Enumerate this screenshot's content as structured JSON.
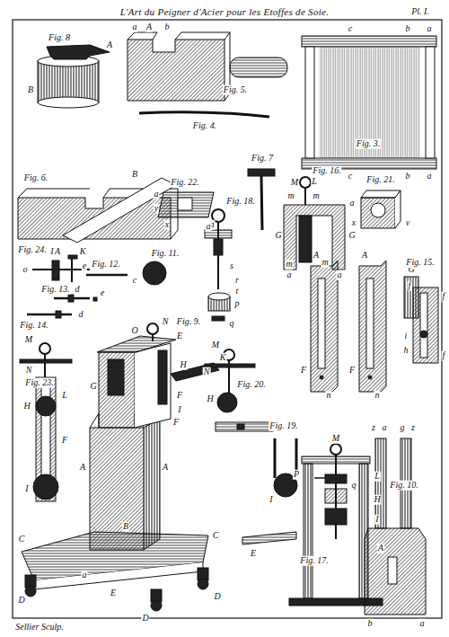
{
  "diagram": {
    "title": "L'Art du Peigner d'Acier pour les Etoffes de Soie.",
    "labels": [
      "Pl. I.",
      "Fig. 8",
      "A",
      "B",
      "Fig. 5.",
      "a",
      "A",
      "b",
      "Fig. 4.",
      "Fig. 3.",
      "c",
      "b",
      "a",
      "c",
      "b",
      "a",
      "Fig. 6.",
      "B",
      "A",
      "Fig. 7",
      "Fig. 22.",
      "a",
      "y",
      "x",
      "a",
      "Fig. 18.",
      "a",
      "s",
      "r",
      "t",
      "p",
      "q",
      "Fig. 16.",
      "M",
      "m",
      "m",
      "L",
      "a",
      "G",
      "G",
      "a",
      "a",
      "m",
      "m",
      "Fig. 21.",
      "v",
      "x",
      "Fig. 24.",
      "K",
      "I",
      "o",
      "e",
      "d",
      "Fig. 12.",
      "Fig. 11.",
      "c",
      "Fig. 13.",
      "e",
      "Fig. 14.",
      "d",
      "Fig. 9.",
      "O",
      "N",
      "E",
      "F",
      "F",
      "H",
      "K",
      "I",
      "G",
      "A",
      "A",
      "B",
      "C",
      "C",
      "D",
      "D",
      "D",
      "E",
      "a",
      "Fig. 23.",
      "M",
      "N",
      "L",
      "H",
      "F",
      "I",
      "Fig. 20.",
      "M",
      "N",
      "H",
      "A",
      "F",
      "n",
      "A",
      "F",
      "n",
      "G",
      "Fig. 15.",
      "f",
      "f",
      "i",
      "h",
      "f",
      "Fig. 19.",
      "I",
      "Fig. 17.",
      "M",
      "P",
      "L",
      "q",
      "H",
      "I",
      "E",
      "Fig. 10.",
      "z",
      "a",
      "g",
      "z",
      "A",
      "b",
      "a",
      "Sellier Sculp."
    ]
  }
}
